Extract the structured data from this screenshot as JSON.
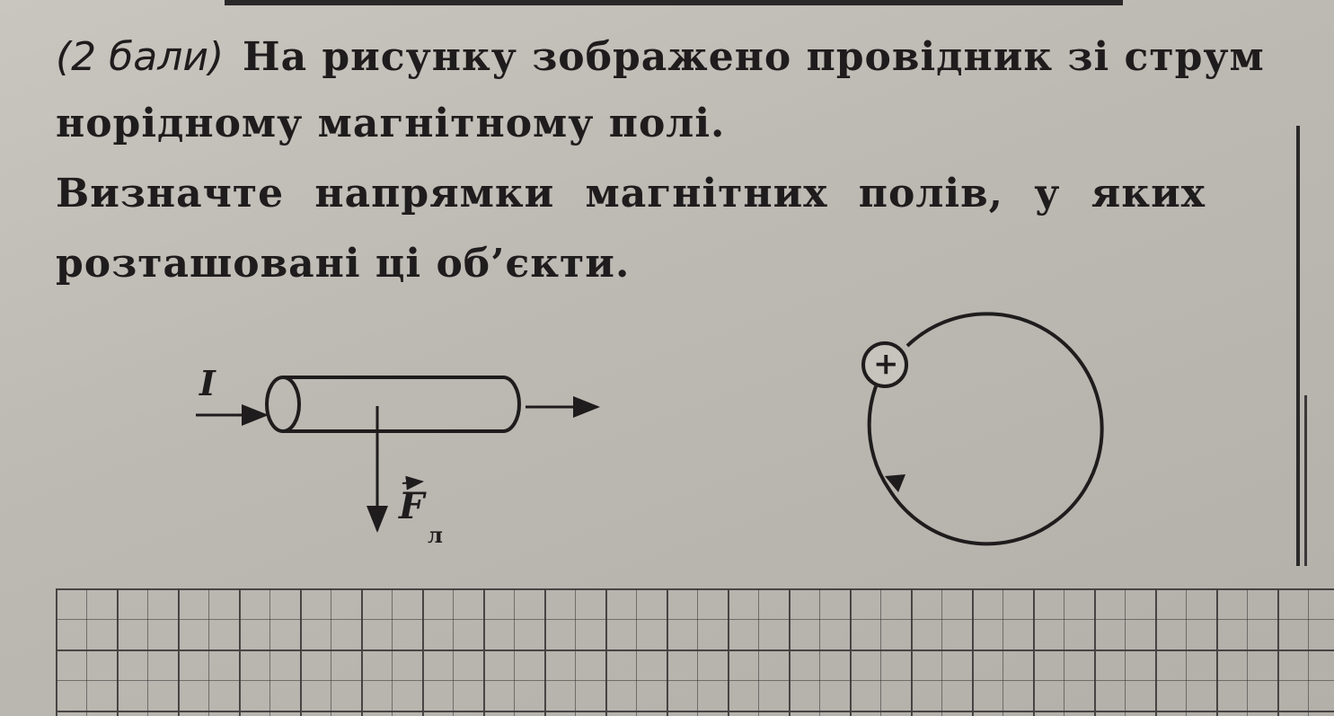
{
  "task": {
    "points": "(2 бали)",
    "line1": "На рисунку зображено провідник зі струм",
    "line2": "норідному магнітному полі.",
    "line3": "Визначте напрямки магнітних полів, у яких",
    "line4": "розташовані ці об’єкти."
  },
  "figure_conductor": {
    "current_label": "I",
    "force_label": "F",
    "force_subscript": "л"
  },
  "figure_charge": {
    "charge_sign": "+"
  }
}
